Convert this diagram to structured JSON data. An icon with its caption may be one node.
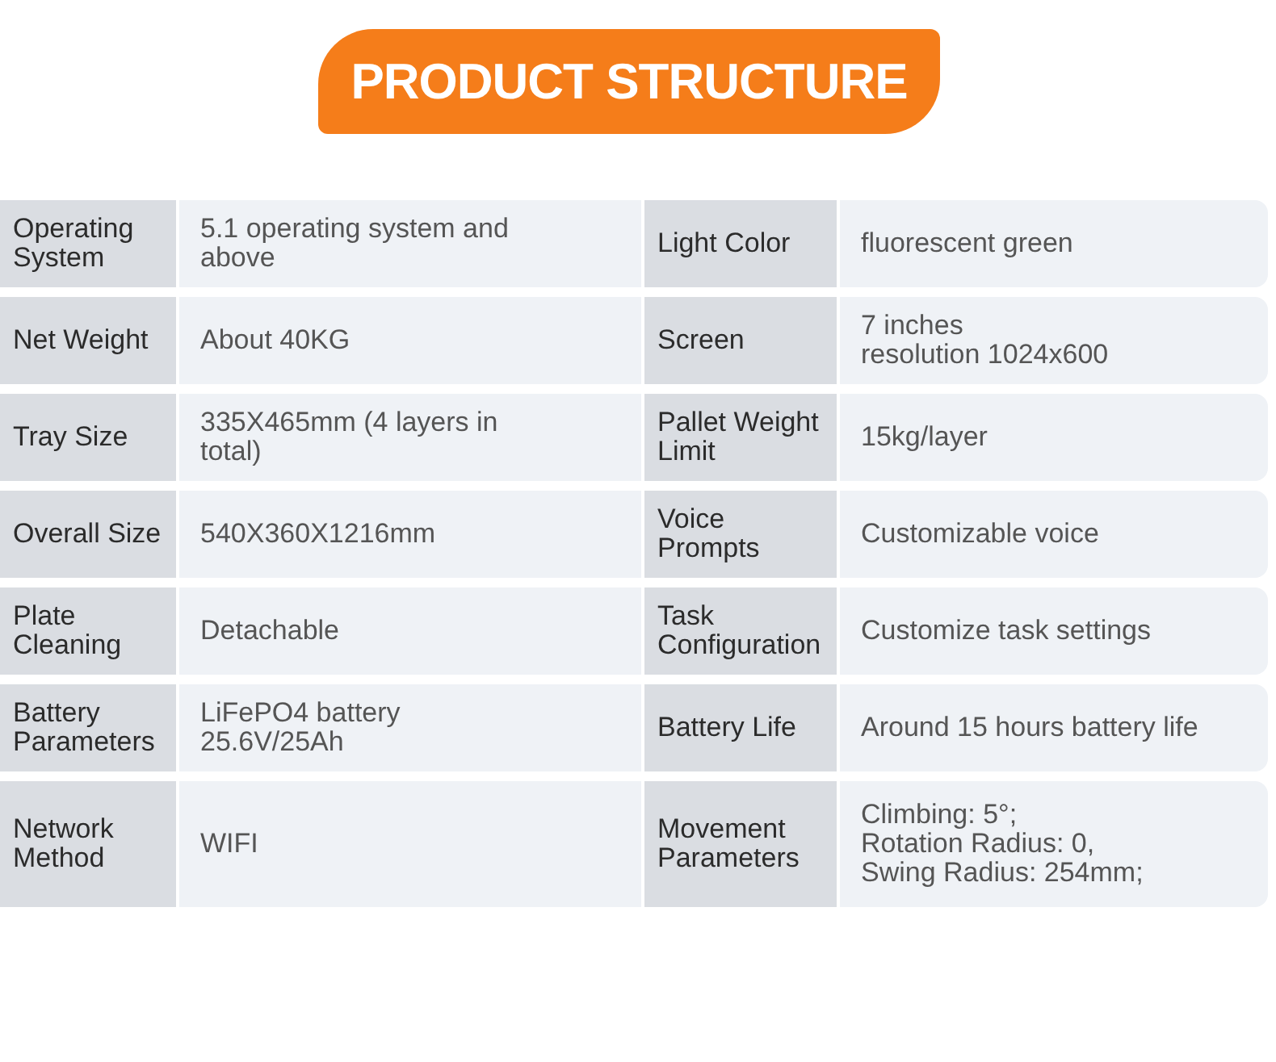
{
  "diagram": {
    "title": "PRODUCT STRUCTURE",
    "labels": [
      "Operating System",
      "5.1 operating system and above",
      "Light Color",
      "fluorescent green",
      "Net Weight",
      "About 40KG",
      "Screen",
      "7 inches",
      "resolution 1024x600",
      "Tray Size",
      "335X465mm (4 layers in total)",
      "Pallet Weight Limit",
      "15kg/layer",
      "Overall Size",
      "540X360X1216mm",
      "Voice Prompts",
      "Customizable voice",
      "Plate Cleaning",
      "Detachable",
      "Task Configuration",
      "Customize task settings",
      "Battery Parameters",
      "LiFePO4 battery 25.6V/25Ah",
      "Battery Life",
      "Around 15 hours battery life",
      "Network Method",
      "WIFI",
      "Movement Parameters",
      "Climbing: 5°;",
      "Rotation Radius: 0,",
      "Swing Radius: 254mm;"
    ]
  }
}
